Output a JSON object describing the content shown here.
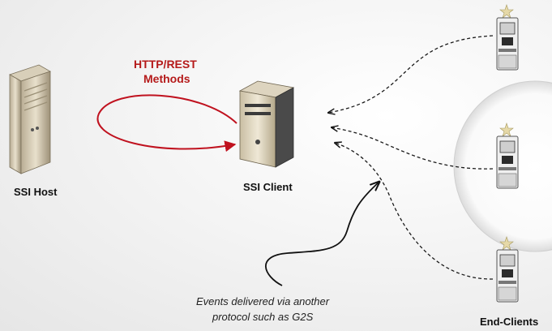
{
  "protocol_label": {
    "line1": "HTTP/REST",
    "line2": "Methods"
  },
  "ssi_host_label": "SSI Host",
  "ssi_client_label": "SSI Client",
  "end_clients_label": "End-Clients",
  "events_note": {
    "line1": "Events delivered via another",
    "line2": "protocol such as G2S"
  },
  "colors": {
    "accent_red": "#c0121f",
    "connector_dashed": "#1a1a1a"
  }
}
